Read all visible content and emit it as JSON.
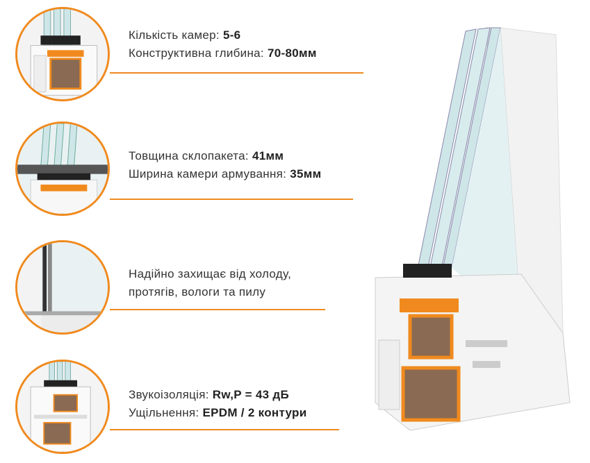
{
  "features": [
    {
      "line1_label": "Кількість камер:",
      "line1_value": "5-6",
      "line2_label": "Конструктивна глибина:",
      "line2_value": "70-80мм"
    },
    {
      "line1_label": "Товщина склопакета:",
      "line1_value": "41мм",
      "line2_label": "Ширина камери армування:",
      "line2_value": "35мм"
    },
    {
      "line1_label": "Надійно захищає від холоду,",
      "line1_value": "",
      "line2_label": "протягів, вологи та пилу",
      "line2_value": ""
    },
    {
      "line1_label": "Звукоізоляція:",
      "line1_value": "Rw,P = 43 дБ",
      "line2_label": "Ущільнення:",
      "line2_value": "EPDM / 2 контури"
    }
  ],
  "colors": {
    "accent": "#f08a1e",
    "profile": "#f4f4f4",
    "glass": "#cfe6e8",
    "reinforcement": "#8a6a52",
    "seal": "#222222"
  }
}
